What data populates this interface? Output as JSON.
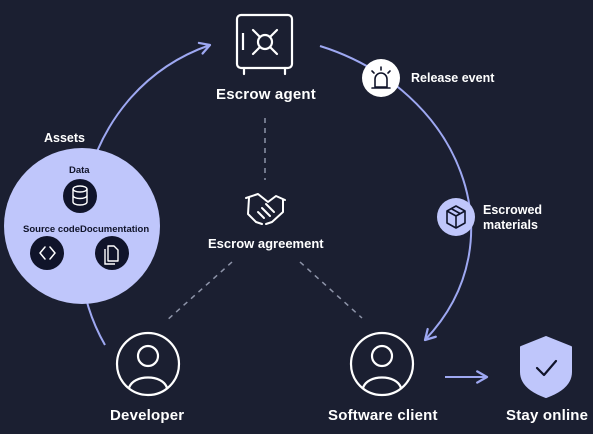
{
  "nodes": {
    "escrow_agent": "Escrow agent",
    "escrow_agreement": "Escrow agreement",
    "developer": "Developer",
    "software_client": "Software client",
    "stay_online": "Stay online"
  },
  "assets": {
    "title": "Assets",
    "items": [
      "Data",
      "Source code",
      "Documentation"
    ]
  },
  "events": {
    "release_event": "Release event",
    "escrowed_materials": [
      "Escrowed",
      "materials"
    ]
  },
  "colors": {
    "background": "#1b1f31",
    "accent": "#bfc6fb",
    "accent_line": "#9ea8f2",
    "dashed": "#8d93a8",
    "icon_dark": "#10142a"
  },
  "icons": [
    "safe-icon",
    "alarm-icon",
    "box-icon",
    "handshake-icon",
    "database-icon",
    "code-icon",
    "document-icon",
    "user-icon",
    "shield-check-icon",
    "arrow-right-icon"
  ]
}
